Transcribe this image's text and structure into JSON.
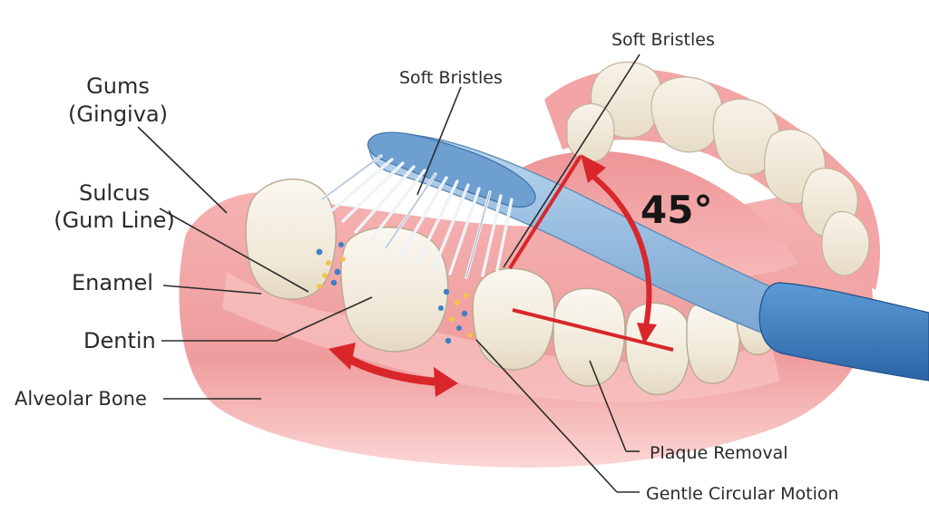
{
  "labels": {
    "gums_line1": "Gums",
    "gums_line2": "(Gingiva)",
    "sulcus_line1": "Sulcus",
    "sulcus_line2": "(Gum Line)",
    "enamel": "Enamel",
    "dentin": "Dentin",
    "alveolar_bone": "Alveolar Bone",
    "soft_bristles_top": "Soft Bristles",
    "soft_bristles": "Soft Bristles",
    "angle": "45°",
    "plaque_removal": "Plaque Removal",
    "gentle_circular_motion": "Gentle Circular Motion"
  },
  "colors": {
    "gum": "#f2a7a6",
    "gum_dark": "#e58a8c",
    "tooth": "#f4efe4",
    "brush_handle": "#3f7fbf",
    "brush_light": "#a9cbe8",
    "arrow_red": "#d9262b",
    "plaque_yellow": "#f2c744",
    "plaque_blue": "#3d7fc9"
  }
}
